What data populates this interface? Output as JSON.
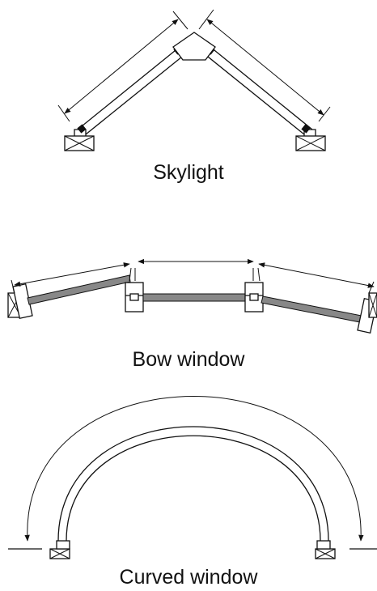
{
  "diagrams": [
    {
      "id": "skylight",
      "label": "Skylight"
    },
    {
      "id": "bow",
      "label": "Bow window"
    },
    {
      "id": "curved",
      "label": "Curved window"
    }
  ]
}
